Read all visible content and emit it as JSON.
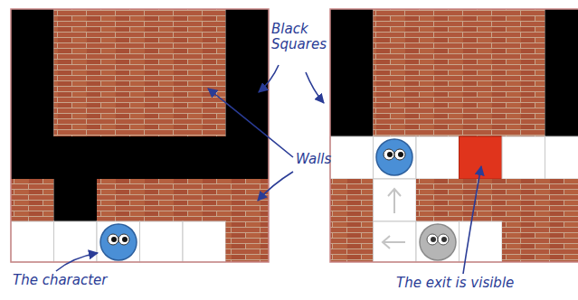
{
  "diagram": {
    "labels": [
      "Black Squares",
      "Walls",
      "The character",
      "The exit is visible"
    ]
  }
}
